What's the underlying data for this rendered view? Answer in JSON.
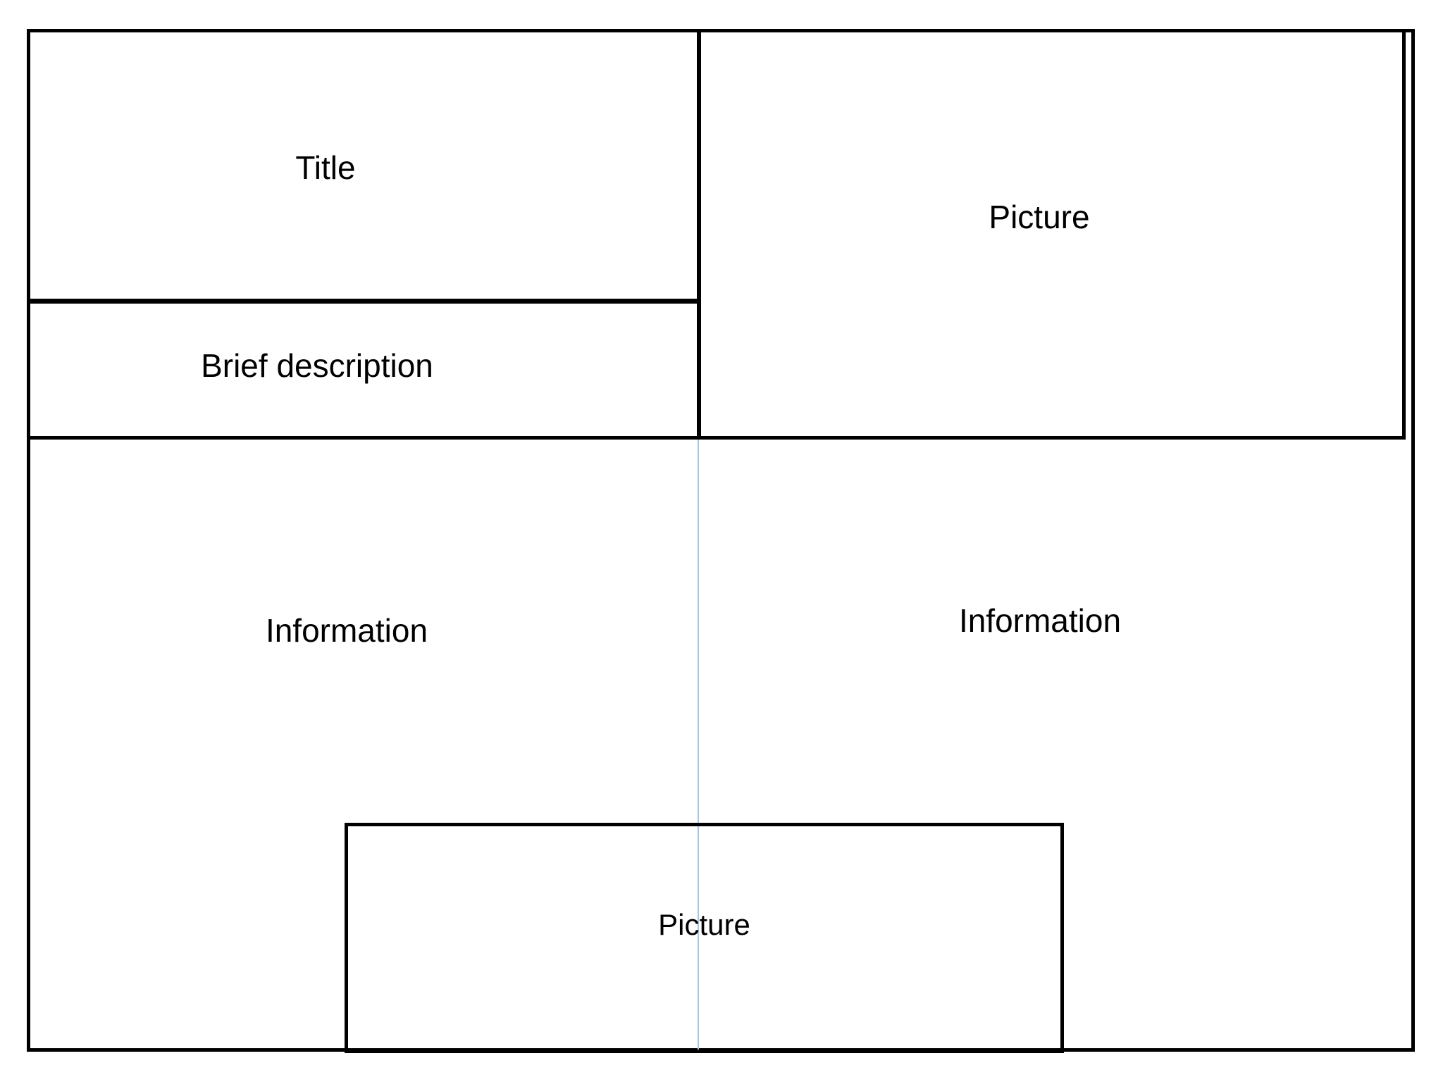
{
  "document": {
    "kind": "slide-layout-wireframe",
    "background_color": "#ffffff",
    "stroke_color": "#000000",
    "guide_color": "#9dbbe8"
  },
  "regions": {
    "title": {
      "label": "Title",
      "name": "title-placeholder"
    },
    "brief_description": {
      "label": "Brief description",
      "name": "brief-description-placeholder"
    },
    "picture_top": {
      "label": "Picture",
      "name": "picture-placeholder-top-right"
    },
    "information_left": {
      "label": "Information",
      "name": "information-placeholder-left"
    },
    "information_right": {
      "label": "Information",
      "name": "information-placeholder-right"
    },
    "picture_bottom": {
      "label": "Picture",
      "name": "picture-placeholder-bottom-center"
    }
  },
  "guides": {
    "vertical_center": {
      "label": "",
      "color": "#9dbbe8"
    }
  }
}
